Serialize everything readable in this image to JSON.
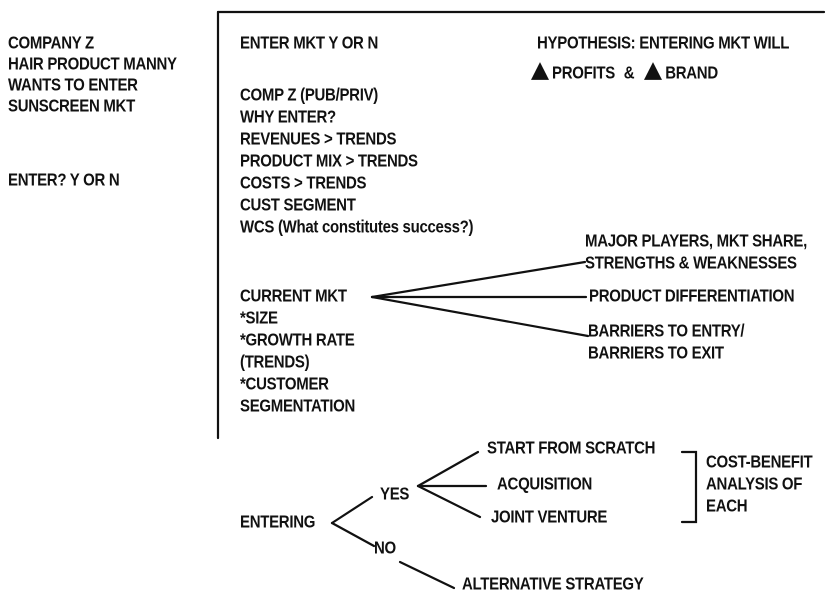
{
  "left_column": {
    "lines": [
      "COMPANY Z",
      "HAIR PRODUCT MANNY",
      "WANTS TO ENTER",
      "SUNSCREEN MKT"
    ],
    "question": "ENTER? Y OR N"
  },
  "center_header": "ENTER MKT Y OR N",
  "hypothesis": {
    "line1": "HYPOTHESIS: ENTERING MKT WILL",
    "profits": "PROFITS",
    "amp": "&",
    "brand": "BRAND",
    "arrow_icon": "up-triangle"
  },
  "topics": [
    "COMP Z (PUB/PRIV)",
    "WHY ENTER?",
    "REVENUES > TRENDS",
    "PRODUCT MIX > TRENDS",
    "COSTS > TRENDS",
    "CUST SEGMENT",
    "WCS (What constitutes success?)"
  ],
  "current_market": {
    "title": "CURRENT MKT",
    "items": [
      "*SIZE",
      "*GROWTH RATE",
      "(TRENDS)",
      "*CUSTOMER",
      "SEGMENTATION"
    ],
    "branches": {
      "players_line1": "MAJOR PLAYERS, MKT SHARE,",
      "players_line2": "STRENGTHS & WEAKNESSES",
      "differentiation": "PRODUCT DIFFERENTIATION",
      "barriers_line1": "BARRIERS TO ENTRY/",
      "barriers_line2": "BARRIERS TO EXIT"
    }
  },
  "entering_tree": {
    "root": "ENTERING",
    "yes": "YES",
    "no": "NO",
    "options": [
      "START FROM SCRATCH",
      "ACQUISITION",
      "JOINT VENTURE"
    ],
    "cost_benefit": [
      "COST-BENEFIT",
      "ANALYSIS OF",
      "EACH"
    ],
    "alternative": "ALTERNATIVE STRATEGY"
  }
}
